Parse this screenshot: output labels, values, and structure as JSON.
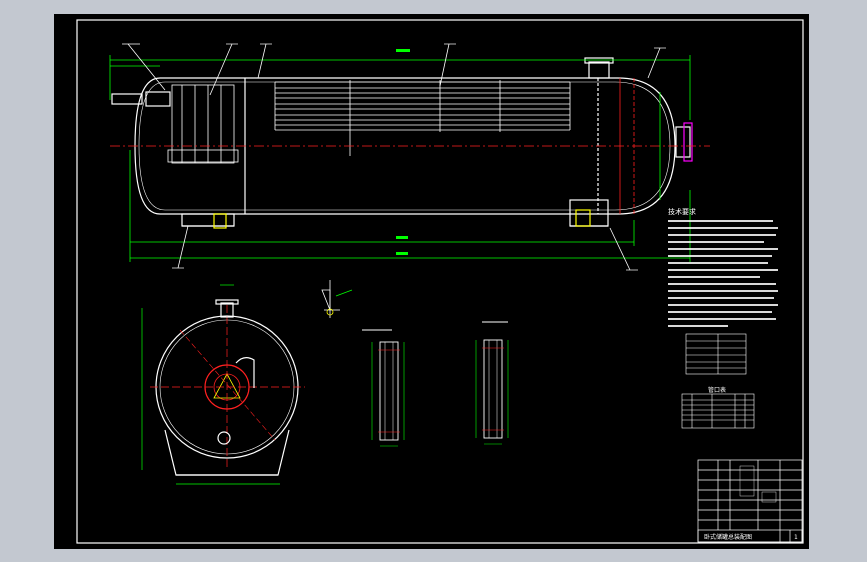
{
  "colors": {
    "window_bg": "#c3c8d0",
    "paper": "#000000",
    "line_white": "#ffffff",
    "line_green": "#00ff00",
    "line_red": "#ff2020",
    "line_yellow": "#ffff00",
    "line_magenta": "#ff00ff",
    "line_cyan": "#00ffff"
  },
  "icons": [
    "pressure-vessel-side-view",
    "pressure-vessel-end-view",
    "baffle-detail",
    "weld-symbol",
    "title-block"
  ],
  "title_block": {
    "drawing_name": "卧式储罐总装配图",
    "sheet": "1"
  },
  "tech_notes": {
    "heading": "技术要求"
  },
  "parts_table": {
    "heading": "管口表"
  }
}
